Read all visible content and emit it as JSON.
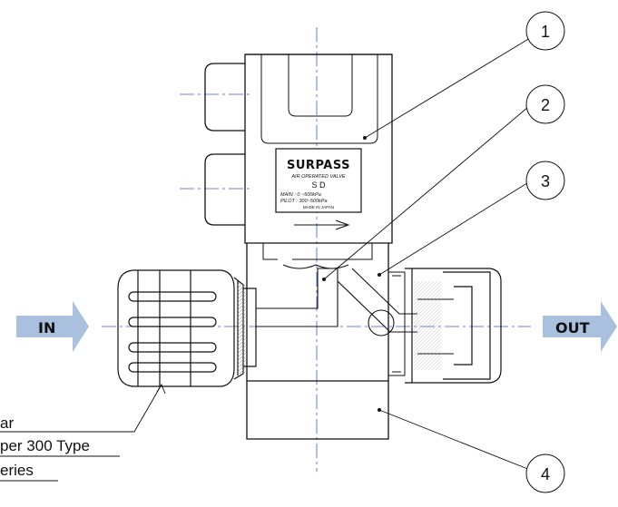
{
  "plate": {
    "brand": "SURPASS",
    "line1": "AIR OPERATED VALVE",
    "model": "S D",
    "main": "MAIN   :   0  ~500kPa",
    "pilot": "PILOT  :  300~500kPa",
    "origin": "MADE IN JAPAN"
  },
  "flow": {
    "in_label": "IN",
    "out_label": "OUT",
    "arrow_color": "#a9c0de"
  },
  "callouts": [
    {
      "number": "1"
    },
    {
      "number": "2"
    },
    {
      "number": "3"
    },
    {
      "number": "4"
    }
  ],
  "note": {
    "line1": "ar",
    "line2": "per 300 Type",
    "line3": "eries"
  }
}
